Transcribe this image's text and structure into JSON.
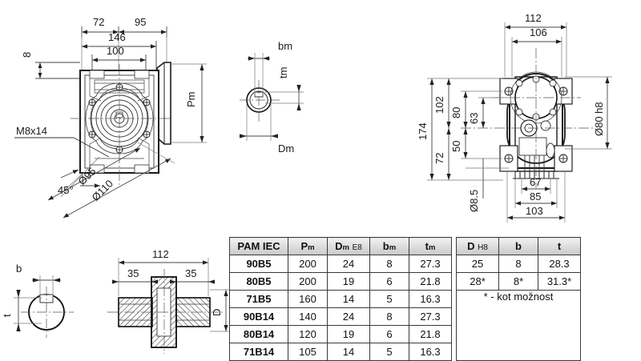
{
  "document": {
    "type": "technical-drawing",
    "title": "Worm gearbox dimensional drawing"
  },
  "views": {
    "front": {
      "name": "front-view",
      "dimensions": {
        "d72": "72",
        "d95": "95",
        "d146": "146",
        "d100": "100",
        "d8": "8",
        "pm": "Pm",
        "bolt": "M8x14",
        "angle": "45°",
        "dia95": "Ø95",
        "dia110": "Ø110"
      }
    },
    "shaft_section": {
      "name": "motor-shaft-section-view",
      "dimensions": {
        "bm": "bm",
        "tm": "tm",
        "dm": "Dm"
      }
    },
    "side": {
      "name": "side-view",
      "dimensions": {
        "d112": "112",
        "d106": "106",
        "d174": "174",
        "d102": "102",
        "d80": "80",
        "d63": "63",
        "d72": "72",
        "d50": "50",
        "dia8_5": "Ø8.5",
        "dia80h8": "Ø80 h8",
        "d67": "67",
        "d85": "85",
        "d103": "103"
      }
    },
    "output_shaft_section": {
      "name": "output-shaft-section-view",
      "dimensions": {
        "b": "b",
        "t": "t"
      }
    },
    "output_shaft": {
      "name": "output-shaft-view",
      "dimensions": {
        "d112": "112",
        "d35_left": "35",
        "d35_right": "35",
        "dD": "D"
      }
    }
  },
  "table": {
    "name": "specification-table",
    "headers_left": [
      "PAM IEC",
      "P",
      "D",
      "b",
      "t"
    ],
    "headers_left_sub": [
      "",
      "m",
      "m",
      "m",
      "m"
    ],
    "headers_left_tol": [
      "",
      "",
      "E8",
      "",
      ""
    ],
    "headers_right": [
      "D",
      "b",
      "t"
    ],
    "headers_right_tol": [
      "H8",
      "",
      ""
    ],
    "rows": [
      {
        "pam": "90B5",
        "pm": "200",
        "dm": "24",
        "bm": "8",
        "tm": "27.3"
      },
      {
        "pam": "80B5",
        "pm": "200",
        "dm": "19",
        "bm": "6",
        "tm": "21.8"
      },
      {
        "pam": "71B5",
        "pm": "160",
        "dm": "14",
        "bm": "5",
        "tm": "16.3"
      },
      {
        "pam": "90B14",
        "pm": "140",
        "dm": "24",
        "bm": "8",
        "tm": "27.3"
      },
      {
        "pam": "80B14",
        "pm": "120",
        "dm": "19",
        "bm": "6",
        "tm": "21.8"
      },
      {
        "pam": "71B14",
        "pm": "105",
        "dm": "14",
        "bm": "5",
        "tm": "16.3"
      }
    ],
    "right_rows": [
      {
        "d": "25",
        "b": "8",
        "t": "28.3"
      },
      {
        "d": "28*",
        "b": "8*",
        "t": "31.3*"
      }
    ],
    "note": "* - kot možnost"
  },
  "colors": {
    "line": "#1a1a1a",
    "thin": "#555555",
    "header_top": "#f2f2f2",
    "header_bottom": "#c9c9c9",
    "paper": "#ffffff"
  }
}
